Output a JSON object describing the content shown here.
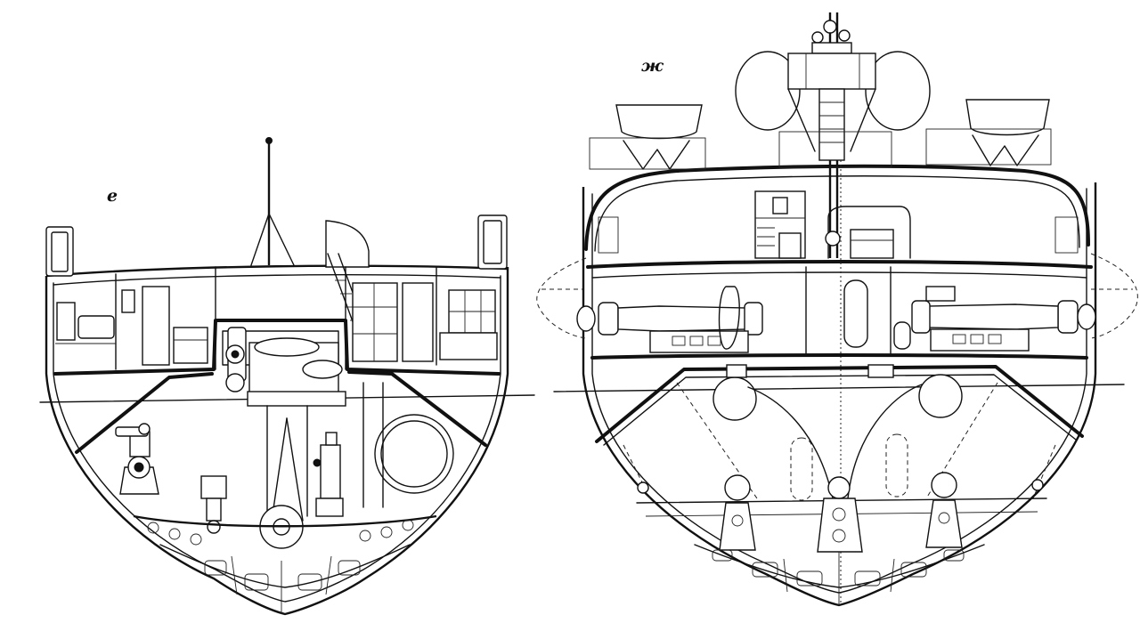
{
  "figure": {
    "views": [
      {
        "id": "e",
        "label": "е"
      },
      {
        "id": "zh",
        "label": "ж"
      }
    ]
  }
}
